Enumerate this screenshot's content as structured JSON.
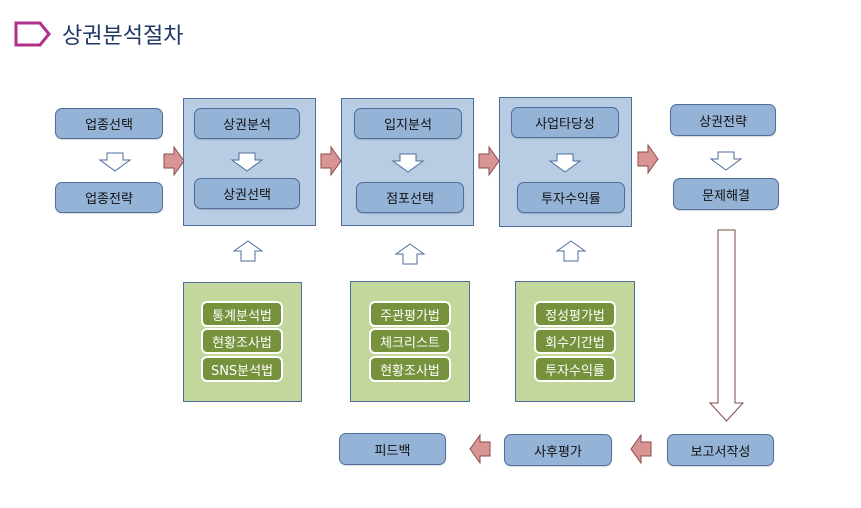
{
  "title": "상권분석절차",
  "colors": {
    "title_text": "#1f3864",
    "title_icon": "#b0308c",
    "blue_box": "#95b3d7",
    "blue_panel": "#b8cce4",
    "green_panel": "#c3d69b",
    "green_item": "#76923c",
    "red_arrow": "#d99594",
    "border": "#4f6e9a"
  },
  "column1": {
    "top": "업종선택",
    "bottom": "업종전략"
  },
  "panels": [
    {
      "top": "상권분석",
      "bottom": "상권선택",
      "methods": [
        "통계분석법",
        "현황조사법",
        "SNS분석법"
      ]
    },
    {
      "top": "입지분석",
      "bottom": "점포선택",
      "methods": [
        "주관평가법",
        "체크리스트",
        "현황조사법"
      ]
    },
    {
      "top": "사업타당성",
      "bottom": "투자수익률",
      "methods": [
        "정성평가법",
        "회수기간법",
        "투자수익률"
      ]
    }
  ],
  "column5": {
    "top": "상권전략",
    "bottom": "문제해결"
  },
  "bottom_row": {
    "report": "보고서작성",
    "post_eval": "사후평가",
    "feedback": "피드백"
  },
  "icons": [
    "pentagon-tag-icon",
    "down-arrow-icon",
    "right-arrow-icon",
    "up-arrow-icon",
    "left-arrow-icon"
  ]
}
